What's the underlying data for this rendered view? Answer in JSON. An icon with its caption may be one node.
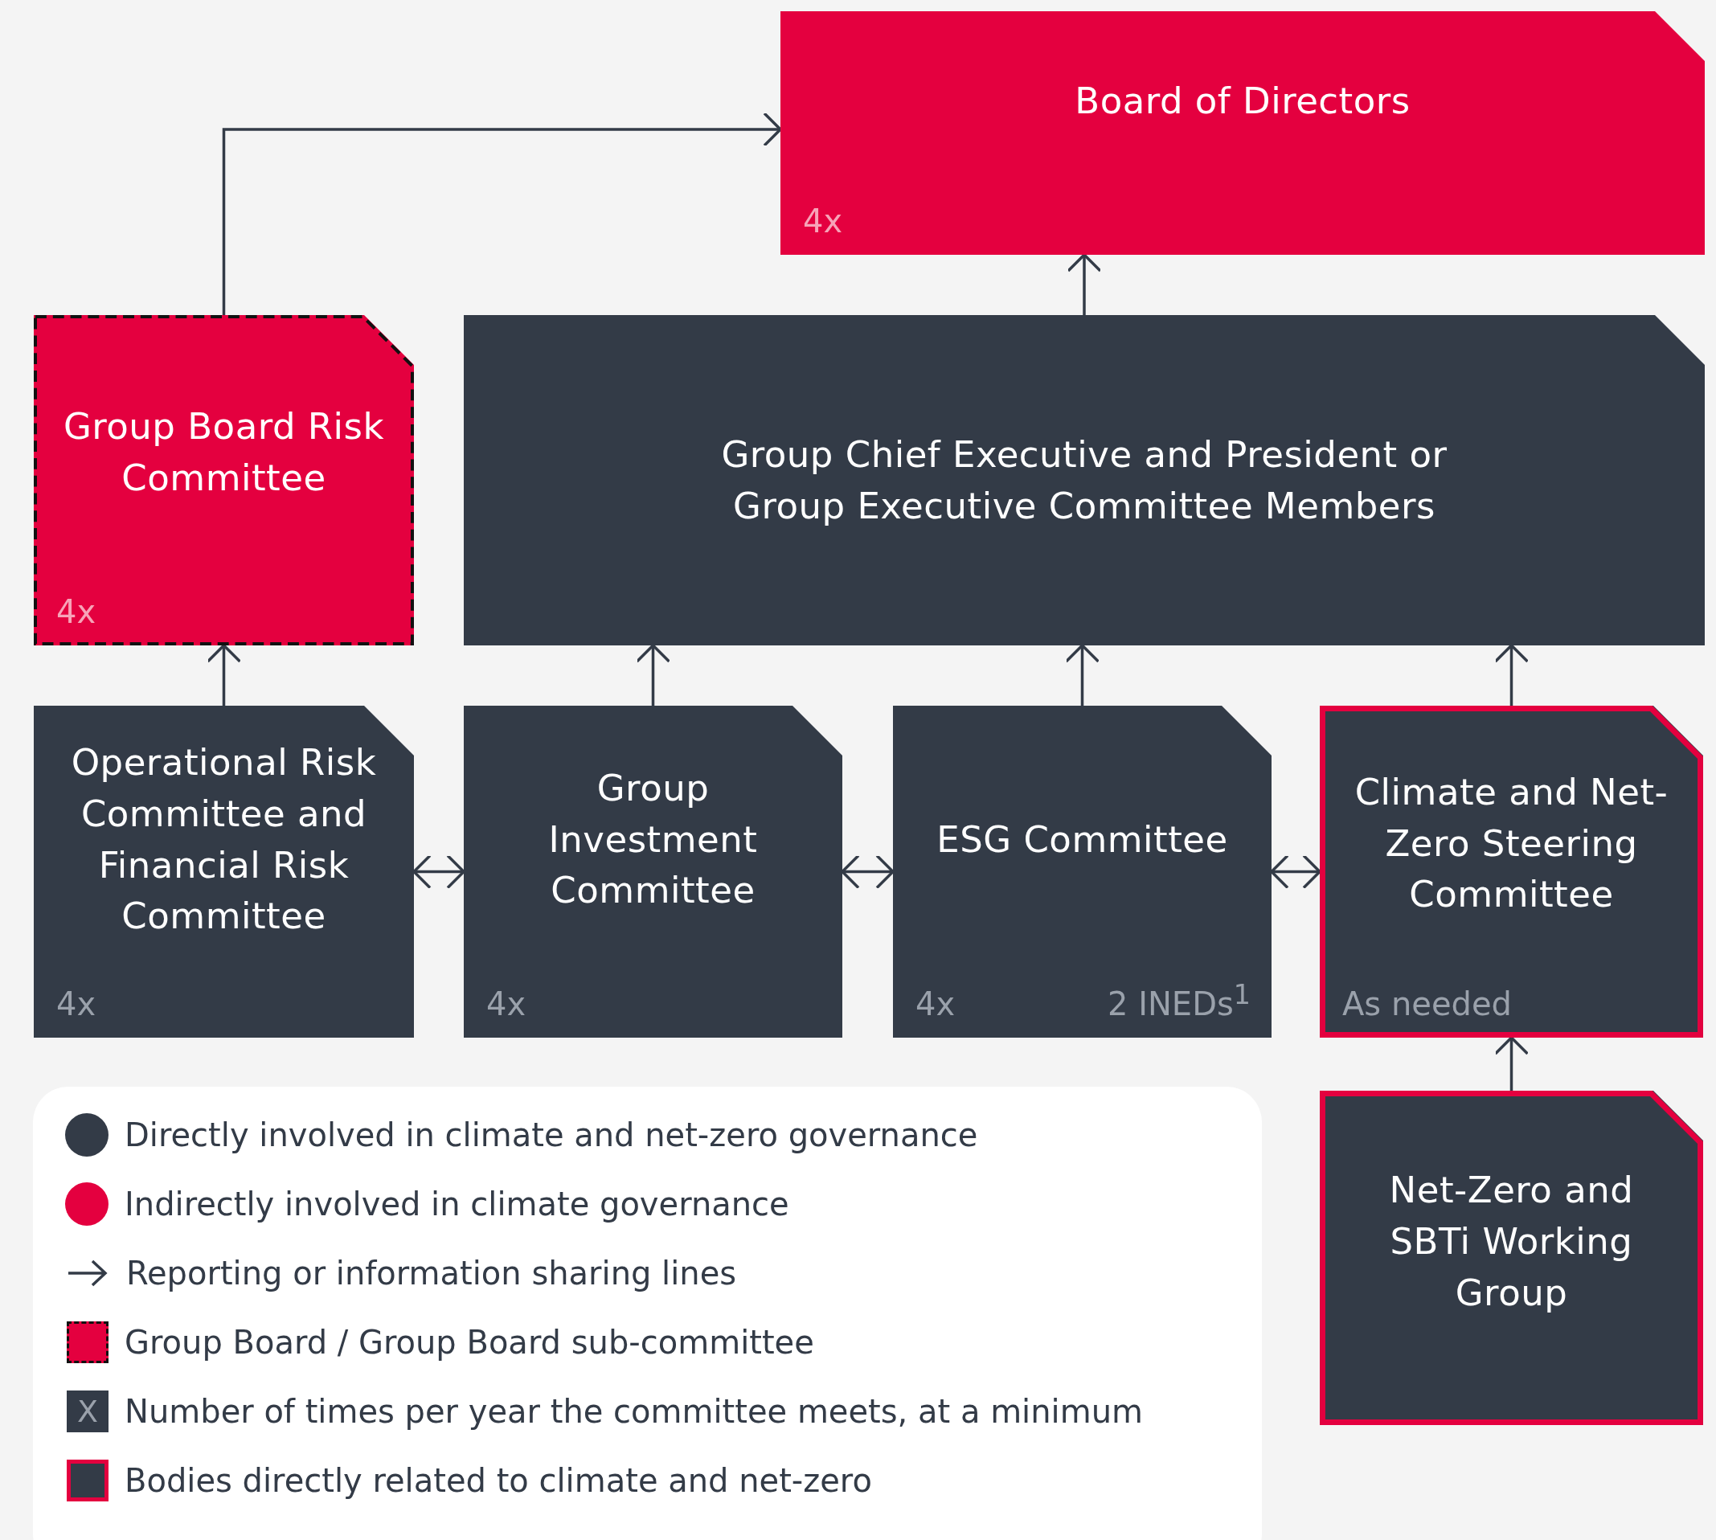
{
  "diagram": {
    "nodes": [
      {
        "text": [
          "Board of Directors",
          "4x"
        ]
      },
      {
        "text": [
          "Group Board Risk Committee",
          "4x"
        ]
      },
      {
        "text": [
          "Group Chief Executive and President or Group Executive Committee Members"
        ]
      },
      {
        "text": [
          "Operational Risk Committee and Financial Risk Committee",
          "4x"
        ]
      },
      {
        "text": [
          "Group Investment Committee",
          "4x"
        ]
      },
      {
        "text": [
          "ESG Committee",
          "4x",
          "2 INEDs$^{1}$"
        ]
      },
      {
        "text": [
          "Climate and Net-Zero Steering Committee",
          "As needed"
        ]
      },
      {
        "text": [
          "Net-Zero and SBTi Working Group"
        ]
      }
    ],
    "edges": [
      {
        "from": 1,
        "to": 0,
        "arrow": "to"
      },
      {
        "from": 2,
        "to": 0,
        "arrow": "to"
      },
      {
        "from": 3,
        "to": 1,
        "arrow": "to"
      },
      {
        "from": 4,
        "to": 2,
        "arrow": "to"
      },
      {
        "from": 5,
        "to": 2,
        "arrow": "to"
      },
      {
        "from": 6,
        "to": 2,
        "arrow": "to"
      },
      {
        "from": 3,
        "to": 4,
        "arrow": "both"
      },
      {
        "from": 4,
        "to": 5,
        "arrow": "both"
      },
      {
        "from": 5,
        "to": 6,
        "arrow": "both"
      },
      {
        "from": 7,
        "to": 6,
        "arrow": "to"
      }
    ],
    "labels": [
      "X"
    ],
    "legend": [
      {
        "text": "Directly involved in climate and net-zero governance",
        "color": "#333b47"
      },
      {
        "text": "Indirectly involved in climate governance",
        "color": "#e4003f"
      },
      {
        "text": "Reporting or information sharing lines"
      },
      {
        "text": "Group Board / Group Board sub-committee"
      },
      {
        "text": "Number of times per year the committee meets, at a minimum"
      },
      {
        "text": "Bodies directly related to climate and net-zero"
      }
    ]
  }
}
